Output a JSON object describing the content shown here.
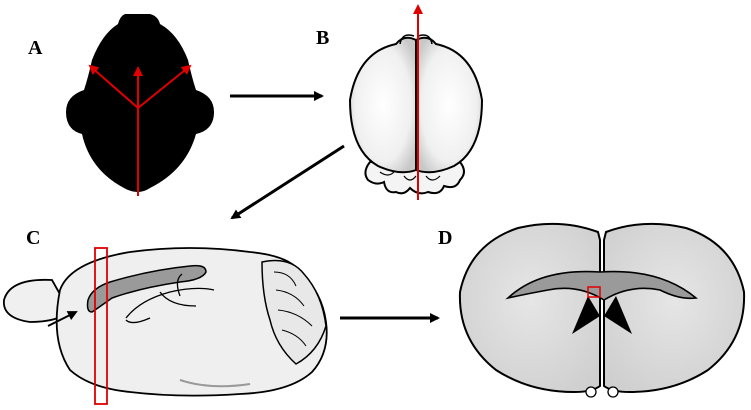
{
  "panels": {
    "a": {
      "label": "A"
    },
    "b": {
      "label": "B"
    },
    "c": {
      "label": "C"
    },
    "d": {
      "label": "D"
    }
  },
  "colors": {
    "outline": "#000000",
    "silhouette": "#000000",
    "cut_marker": "#e00000",
    "tissue_light": "#f2f2f2",
    "tissue_section": "#d9d9d9",
    "ventricle": "#9a9a9a"
  }
}
